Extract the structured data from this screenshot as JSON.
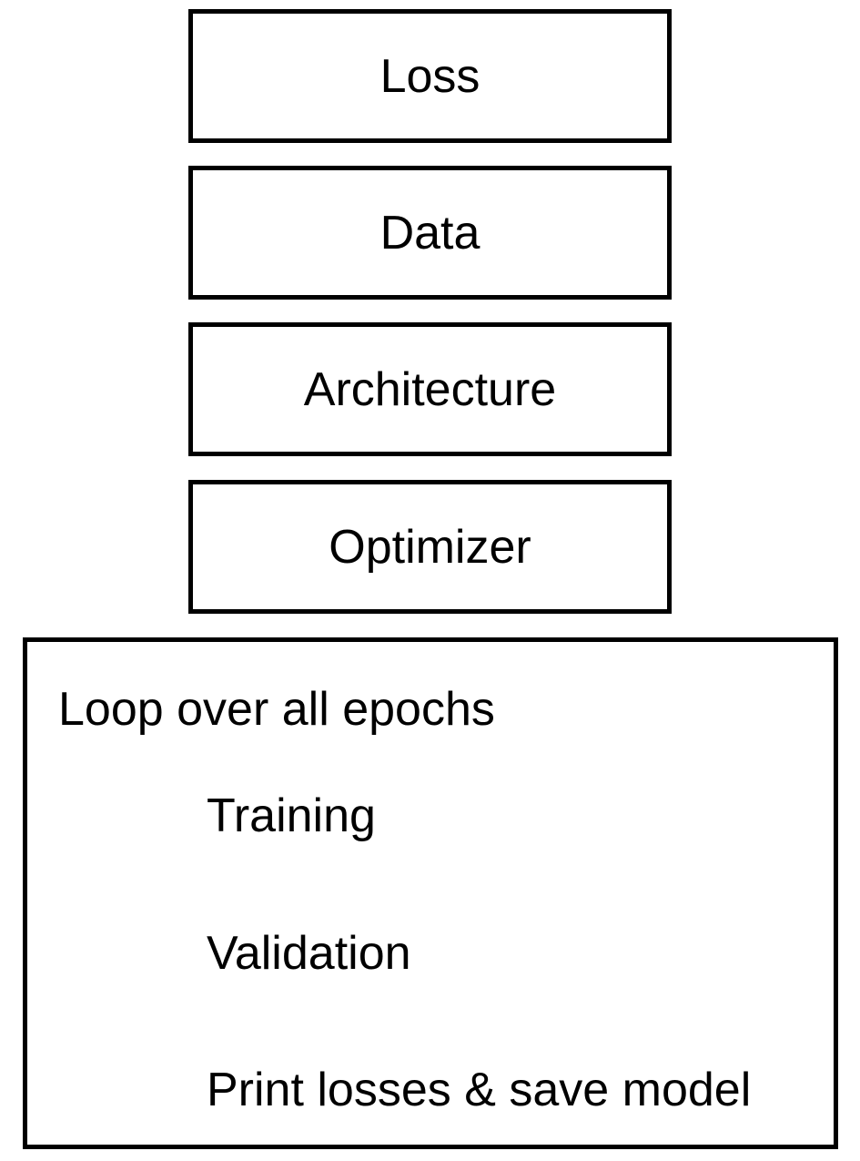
{
  "stages": [
    {
      "label": "Loss"
    },
    {
      "label": "Data"
    },
    {
      "label": "Architecture"
    },
    {
      "label": "Optimizer"
    }
  ],
  "loop": {
    "title": "Loop over all epochs",
    "steps": [
      {
        "label": "Training"
      },
      {
        "label": "Validation"
      },
      {
        "label": "Print losses & save model"
      }
    ]
  }
}
